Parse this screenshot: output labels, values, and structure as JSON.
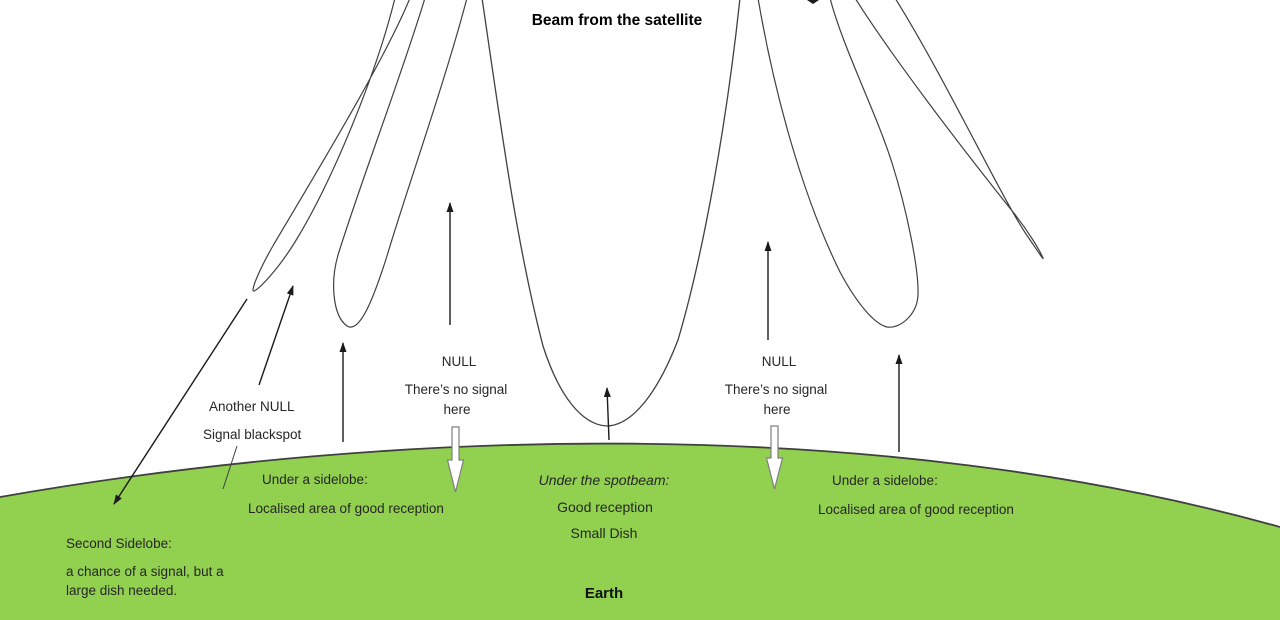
{
  "title": "Beam from the satellite",
  "labels": {
    "left_null": {
      "line1": "NULL",
      "line2": "There’s no signal",
      "line3": "here"
    },
    "right_null": {
      "line1": "NULL",
      "line2": "There’s no signal",
      "line3": "here"
    },
    "another_null": {
      "line1": "Another NULL",
      "line2": "Signal blackspot"
    },
    "second_sidelobe": {
      "heading": "Second Sidelobe:",
      "line1": "a chance of a signal, but a",
      "line2": "large dish needed."
    },
    "left_sidelobe": {
      "line1": "Under a sidelobe:",
      "line2": "Localised area of good reception"
    },
    "right_sidelobe": {
      "line1": "Under a sidelobe:",
      "line2": "Localised area of good reception"
    },
    "spotbeam": {
      "heading": "Under the spotbeam:",
      "line1": "Good reception",
      "line2": "Small Dish"
    },
    "earth": "Earth"
  },
  "colors": {
    "earth_fill": "#92d050",
    "earth_outline": "#404040",
    "lobe_line": "#404040",
    "arrow": "#1a1a1a",
    "block_arrow_fill": "#ffffff",
    "block_arrow_outline": "#7f7f7f",
    "text": "#262626",
    "background": "#ffffff"
  }
}
